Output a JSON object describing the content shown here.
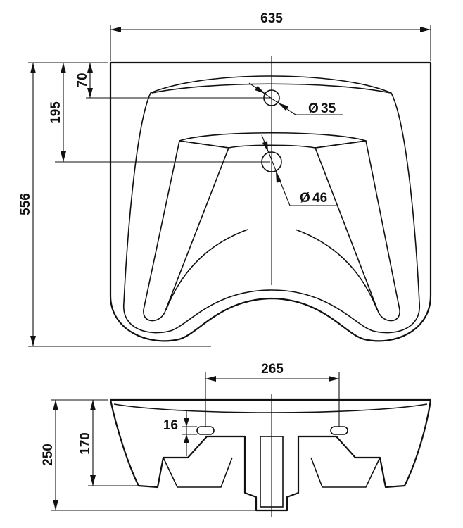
{
  "dimensions": {
    "overall_width": "635",
    "overall_depth": "556",
    "tap_hole_offset": "70",
    "waste_offset": "195",
    "tap_hole_diameter": "35",
    "waste_diameter": "46",
    "fixing_centres": "265",
    "fixing_slot_height": "16",
    "fixing_height": "170",
    "overall_height": "250"
  },
  "symbols": {
    "diameter": "Ø"
  },
  "colors": {
    "line": "#111111",
    "background": "#ffffff"
  }
}
